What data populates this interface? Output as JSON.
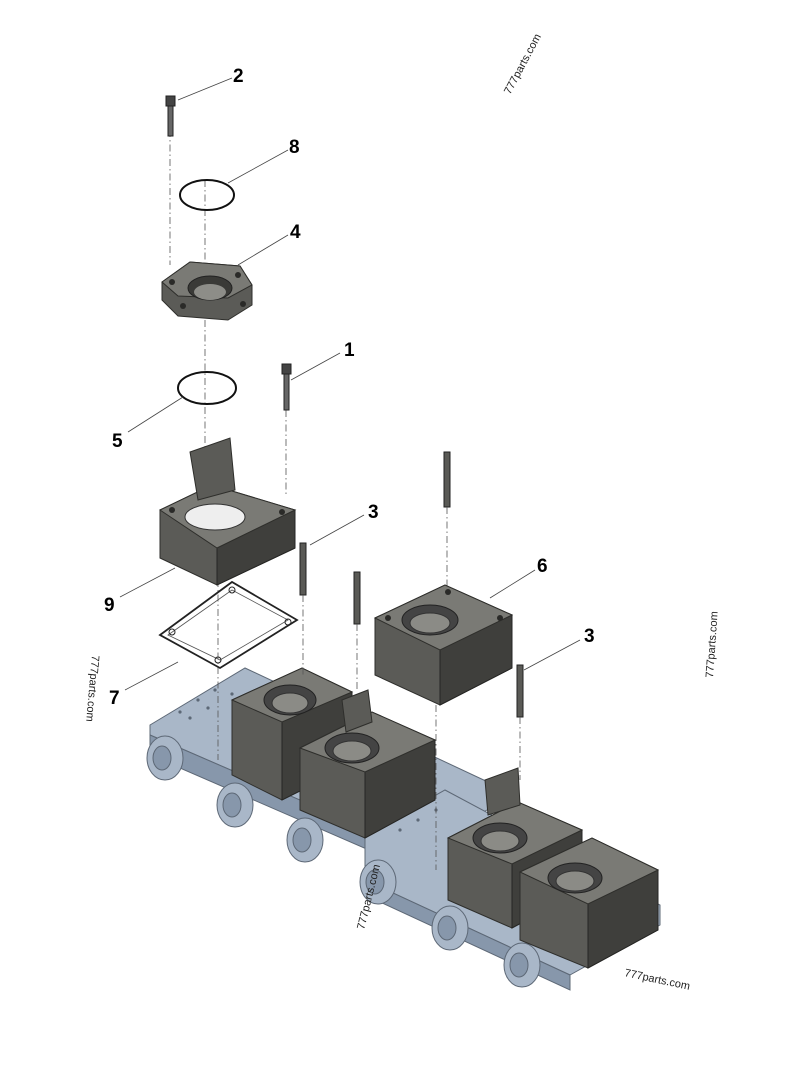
{
  "callouts": [
    {
      "id": "c1",
      "label": "1"
    },
    {
      "id": "c2",
      "label": "2"
    },
    {
      "id": "c3a",
      "label": "3"
    },
    {
      "id": "c3b",
      "label": "3"
    },
    {
      "id": "c4",
      "label": "4"
    },
    {
      "id": "c5",
      "label": "5"
    },
    {
      "id": "c6",
      "label": "6"
    },
    {
      "id": "c7",
      "label": "7"
    },
    {
      "id": "c8",
      "label": "8"
    },
    {
      "id": "c9",
      "label": "9"
    }
  ],
  "watermarks": {
    "top": "777parts.com",
    "right": "777parts.com",
    "left": "777parts.com",
    "center": "777parts.com",
    "bottom": "777parts.com"
  },
  "colors": {
    "part_dark": "#5b5b57",
    "manifold_blue": "#a9b7c8"
  }
}
